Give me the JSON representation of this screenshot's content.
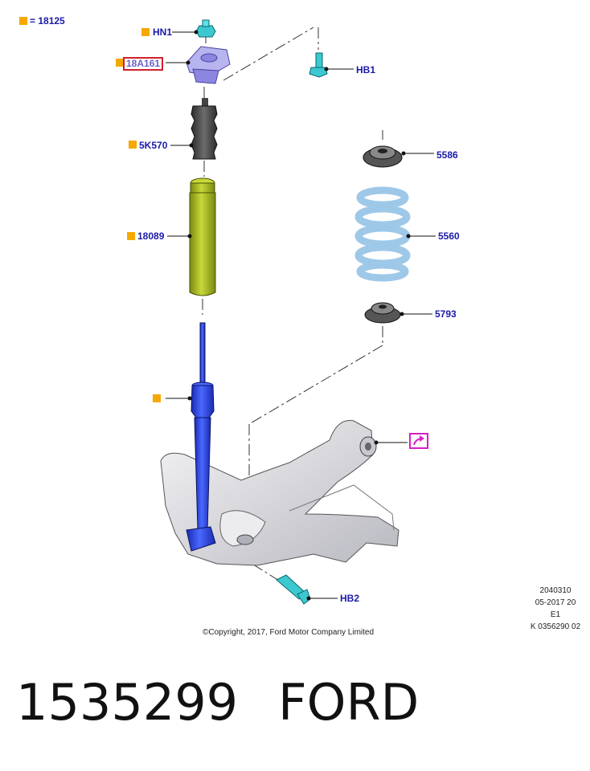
{
  "colors": {
    "callout_text": "#1a1aa8",
    "marker": "#f5a800",
    "highlight_border": "#d0202a",
    "highlight_text": "#6a60c8",
    "bumper": "#b4c82a",
    "strut": "#2f4ae0",
    "spring": "#9ec8e8",
    "fastener": "#3cc8d0",
    "subframe": "#d8d8dc",
    "external_link": "#d61ec8"
  },
  "legend": {
    "equals_label": "= 18125"
  },
  "callouts": {
    "hn1": "HN1",
    "mount": "18A161",
    "hb1": "HB1",
    "boot": "5K570",
    "upper_seat": "5586",
    "bumper": "18089",
    "spring": "5560",
    "lower_seat": "5793",
    "hb2": "HB2"
  },
  "meta": {
    "line1": "2040310",
    "line2": "05-2017 20",
    "line3": "E1",
    "line4": "K 0356290 02"
  },
  "copyright": "©Copyright, 2017, Ford Motor Company Limited",
  "footer": {
    "part_number": "1535299",
    "brand": "FORD"
  },
  "icons": [
    "marker-square-icon",
    "external-link-icon"
  ]
}
